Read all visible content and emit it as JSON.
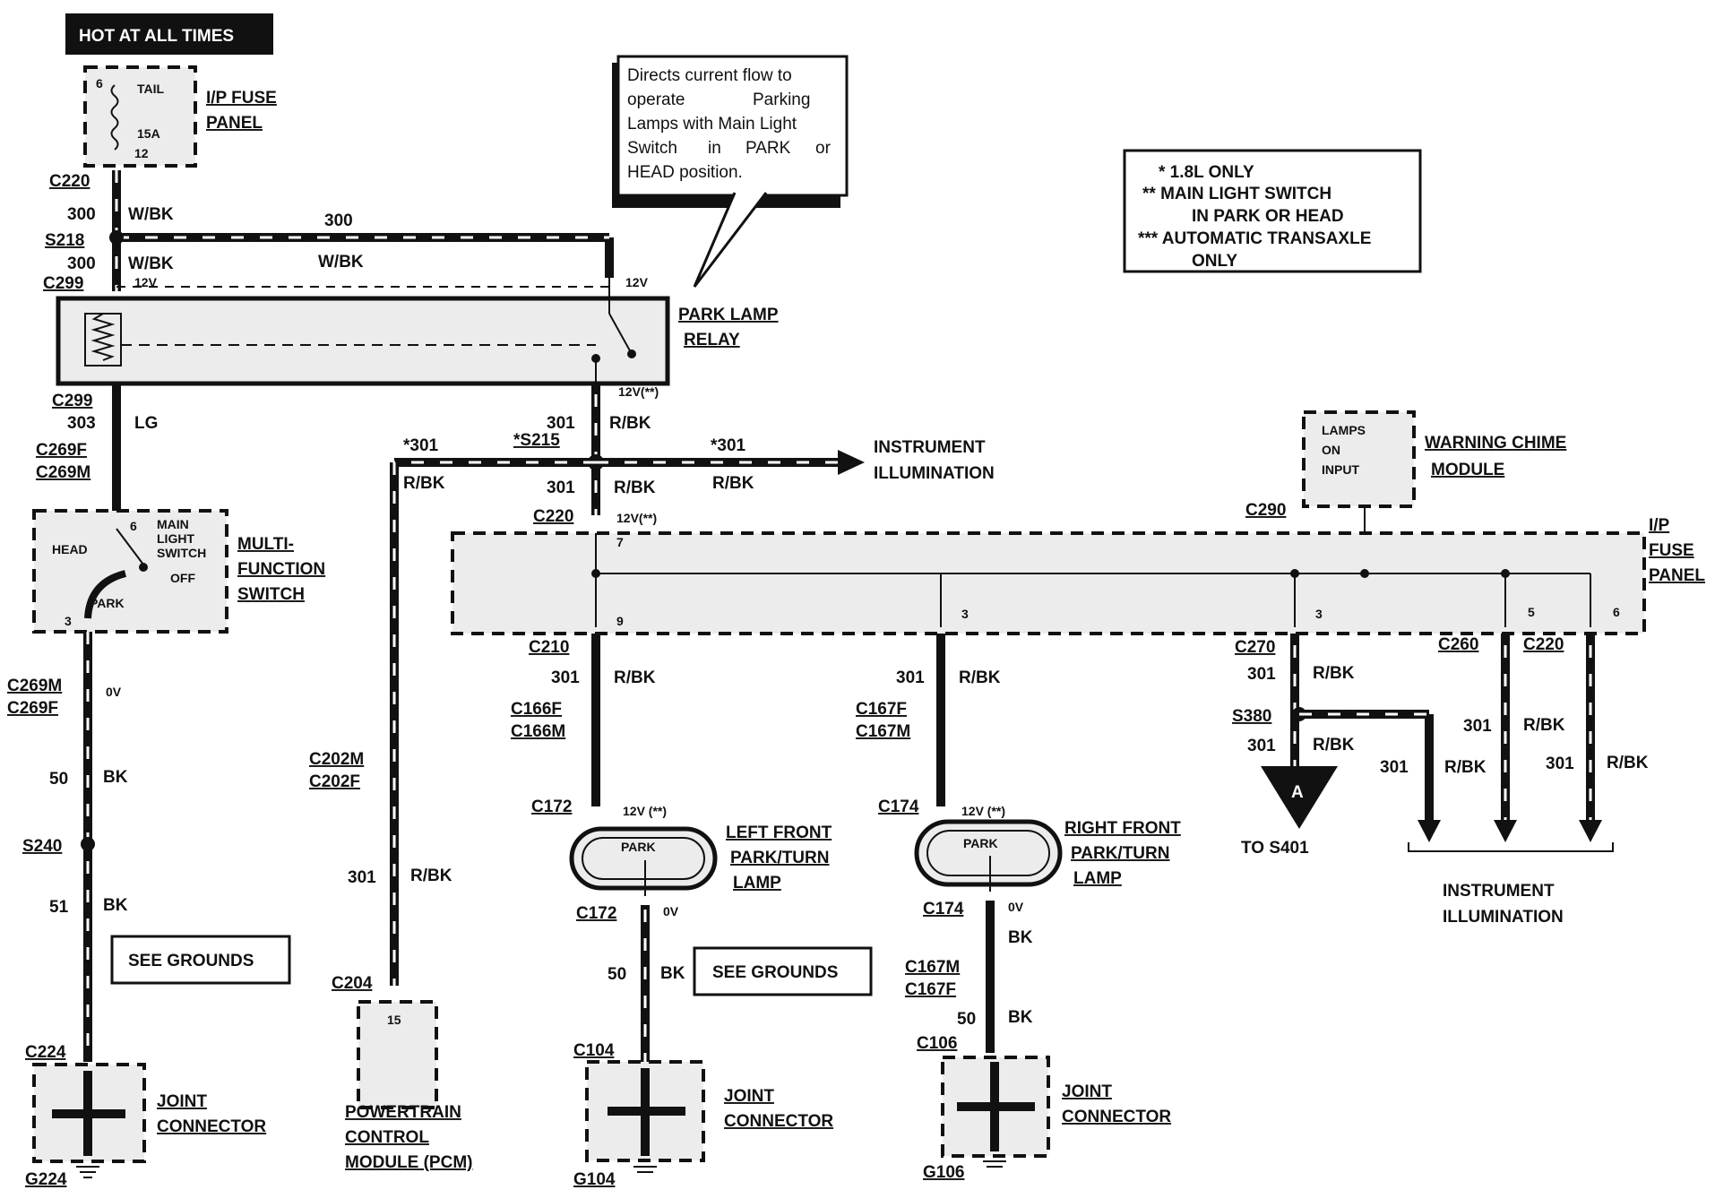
{
  "header": {
    "hot_label": "HOT AT ALL TIMES"
  },
  "legend": {
    "line1": "* 1.8L ONLY",
    "line2": "** MAIN LIGHT SWITCH",
    "line3": "IN PARK OR HEAD",
    "line4": "*** AUTOMATIC TRANSAXLE",
    "line5": "ONLY"
  },
  "callout": {
    "line1": "Directs current flow to",
    "line2a": "operate",
    "line2b": "Parking",
    "line3": "Lamps with Main Light",
    "line4a": "Switch",
    "line4b": "in",
    "line4c": "PARK",
    "line4d": "or",
    "line5": "HEAD position."
  },
  "components": {
    "fuse_panel_top": {
      "name1": "I/P FUSE",
      "name2": "PANEL",
      "fuse_name": "TAIL",
      "rating": "15A",
      "pin_in": "6",
      "pin_out": "12"
    },
    "park_lamp_relay": {
      "name1": "PARK LAMP",
      "name2": "RELAY"
    },
    "multifunction_switch": {
      "name1": "MULTI-",
      "name2": "FUNCTION",
      "name3": "SWITCH",
      "head": "HEAD",
      "park": "PARK",
      "off": "OFF",
      "main1": "MAIN",
      "main2": "LIGHT",
      "main3": "SWITCH",
      "pin_in": "6",
      "pin_out": "3"
    },
    "warning_chime": {
      "name1": "WARNING CHIME",
      "name2": "MODULE",
      "in1": "LAMPS",
      "in2": "ON",
      "in3": "INPUT"
    },
    "fuse_panel_right": {
      "name1": "I/P",
      "name2": "FUSE",
      "name3": "PANEL"
    },
    "left_lamp": {
      "name1": "LEFT FRONT",
      "name2": "PARK/TURN",
      "name3": "LAMP",
      "inner": "PARK"
    },
    "right_lamp": {
      "name1": "RIGHT FRONT",
      "name2": "PARK/TURN",
      "name3": "LAMP",
      "inner": "PARK"
    },
    "pcm": {
      "name1": "POWERTRAIN",
      "name2": "CONTROL",
      "name3": "MODULE (PCM)",
      "pin": "15"
    },
    "joint_connector": {
      "name1": "JOINT",
      "name2": "CONNECTOR"
    },
    "see_grounds": "SEE GROUNDS",
    "instrument_illumination": {
      "line1": "INSTRUMENT",
      "line2": "ILLUMINATION"
    },
    "to_s401": "TO S401",
    "connector_a": "A"
  },
  "connectors": {
    "C220": "C220",
    "S218": "S218",
    "C299": "C299",
    "C269F": "C269F",
    "C269M": "C269M",
    "S215": "*S215",
    "C290": "C290",
    "C210": "C210",
    "C270": "C270",
    "C260": "C260",
    "C166F": "C166F",
    "C166M": "C166M",
    "C167F": "C167F",
    "C167M": "C167M",
    "C172": "C172",
    "C174": "C174",
    "S380": "S380",
    "C202M": "C202M",
    "C202F": "C202F",
    "C204": "C204",
    "S240": "S240",
    "C224": "C224",
    "G224": "G224",
    "C104": "C104",
    "G104": "G104",
    "C106": "C106",
    "G106": "G106"
  },
  "wires": {
    "n300": "300",
    "n303": "303",
    "n301": "301",
    "n301s": "*301",
    "n50": "50",
    "n51": "51",
    "wbk": "W/BK",
    "lg": "LG",
    "rbk": "R/BK",
    "bk": "BK"
  },
  "voltages": {
    "v12": "12V",
    "v12s": "12V(**)",
    "v12sp": "12V (**)",
    "v0": "0V"
  },
  "pins": {
    "p7": "7",
    "p9": "9",
    "p3": "3",
    "p5": "5",
    "p6": "6"
  }
}
